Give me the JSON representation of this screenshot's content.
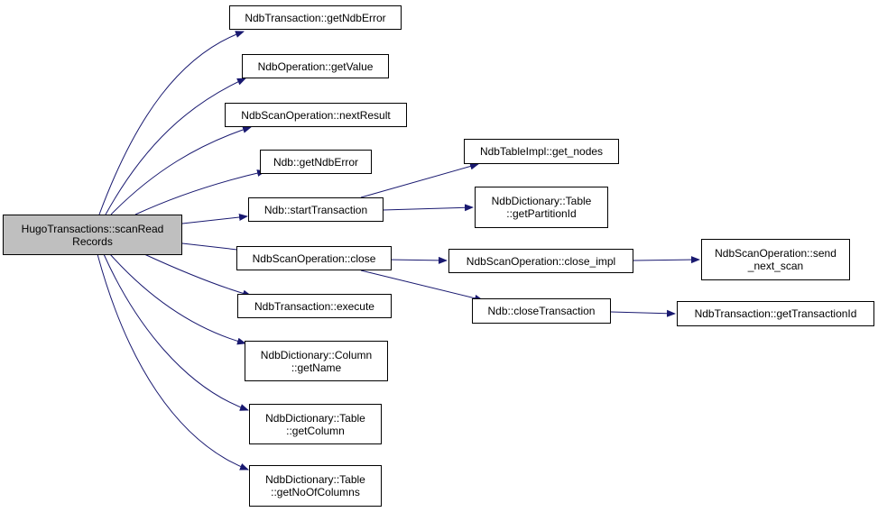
{
  "colors": {
    "edge": "#191970",
    "root_fill": "#bfbfbf",
    "node_fill": "#ffffff",
    "border": "#000000"
  },
  "nodes": {
    "root": {
      "line1": "HugoTransactions::scanRead",
      "line2": "Records"
    },
    "getNdbError_tx": {
      "line1": "NdbTransaction::getNdbError"
    },
    "getValue": {
      "line1": "NdbOperation::getValue"
    },
    "nextResult": {
      "line1": "NdbScanOperation::nextResult"
    },
    "getNdbError_ndb": {
      "line1": "Ndb::getNdbError"
    },
    "startTransaction": {
      "line1": "Ndb::startTransaction"
    },
    "close": {
      "line1": "NdbScanOperation::close"
    },
    "execute": {
      "line1": "NdbTransaction::execute"
    },
    "column_getName": {
      "line1": "NdbDictionary::Column",
      "line2": "::getName"
    },
    "table_getColumn": {
      "line1": "NdbDictionary::Table",
      "line2": "::getColumn"
    },
    "table_getNoOfColumns": {
      "line1": "NdbDictionary::Table",
      "line2": "::getNoOfColumns"
    },
    "get_nodes": {
      "line1": "NdbTableImpl::get_nodes"
    },
    "getPartitionId": {
      "line1": "NdbDictionary::Table",
      "line2": "::getPartitionId"
    },
    "close_impl": {
      "line1": "NdbScanOperation::close_impl"
    },
    "closeTransaction": {
      "line1": "Ndb::closeTransaction"
    },
    "send_next_scan": {
      "line1": "NdbScanOperation::send",
      "line2": "_next_scan"
    },
    "getTransactionId": {
      "line1": "NdbTransaction::getTransactionId"
    }
  }
}
